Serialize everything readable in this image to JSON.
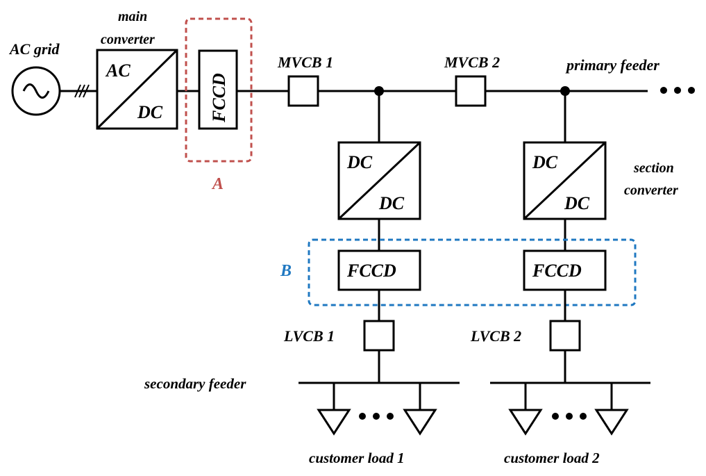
{
  "labels": {
    "ac_grid": "AC grid",
    "main_converter_line1": "main",
    "main_converter_line2": "converter",
    "ac": "AC",
    "dc": "DC",
    "fccd": "FCCD",
    "mvcb1": "MVCB 1",
    "mvcb2": "MVCB 2",
    "primary_feeder": "primary feeder",
    "section_converter_line1": "section",
    "section_converter_line2": "converter",
    "region_a": "A",
    "region_b": "B",
    "lvcb1": "LVCB 1",
    "lvcb2": "LVCB 2",
    "secondary_feeder": "secondary feeder",
    "customer_load1": "customer load 1",
    "customer_load2": "customer load 2"
  },
  "colors": {
    "line": "#000000",
    "region_a": "#c0504d",
    "region_b": "#1f78c1"
  }
}
